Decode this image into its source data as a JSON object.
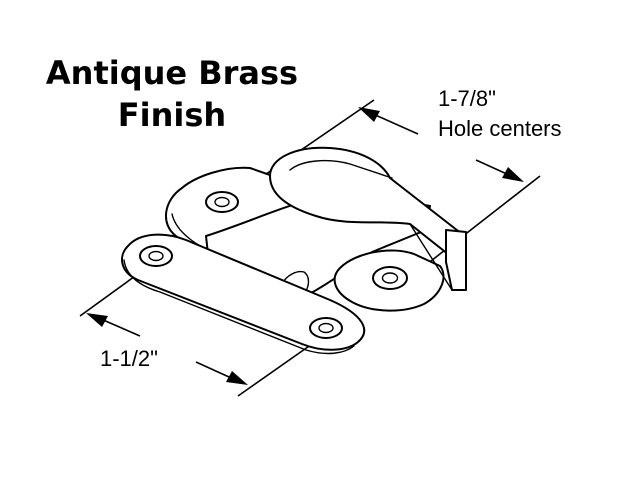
{
  "title": {
    "line1": "Antique Brass",
    "line2": "Finish"
  },
  "dimensions": {
    "hole_centers_value": "1-7/8\"",
    "hole_centers_label": "Hole centers",
    "width_value": "1-1/2\""
  },
  "colors": {
    "ink": "#000000",
    "background": "#ffffff"
  }
}
